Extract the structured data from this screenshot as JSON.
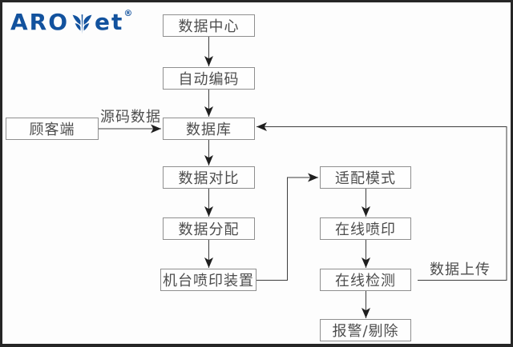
{
  "window": {
    "frame_color": "#262626",
    "background": "#fdfdfd"
  },
  "logo": {
    "text_left": "ARO",
    "text_right": "et",
    "registered_mark": "®",
    "color": "#12529e",
    "icon": "leaf-icon"
  },
  "flowchart": {
    "nodes": [
      {
        "id": "data-center",
        "label": "数据中心"
      },
      {
        "id": "auto-encode",
        "label": "自动编码"
      },
      {
        "id": "customer",
        "label": "顾客端"
      },
      {
        "id": "database",
        "label": "数据库"
      },
      {
        "id": "data-compare",
        "label": "数据对比"
      },
      {
        "id": "data-distribute",
        "label": "数据分配"
      },
      {
        "id": "machine-print",
        "label": "机台喷印装置"
      },
      {
        "id": "adapt-mode",
        "label": "适配模式"
      },
      {
        "id": "online-print",
        "label": "在线喷印"
      },
      {
        "id": "online-detect",
        "label": "在线检测"
      },
      {
        "id": "alarm-reject",
        "label": "报警/剔除"
      }
    ],
    "edge_labels": [
      {
        "id": "source-data",
        "label": "源码数据"
      },
      {
        "id": "data-upload",
        "label": "数据上传"
      }
    ],
    "edges": [
      "数据中心→自动编码",
      "自动编码→数据库",
      "顾客端→数据库(源码数据)",
      "数据库→数据对比",
      "数据对比→数据分配",
      "数据分配→机台喷印装置",
      "机台喷印装置→适配模式",
      "适配模式→在线喷印",
      "在线喷印→在线检测",
      "在线检测→报警/剔除",
      "在线检测→数据库(数据上传)"
    ],
    "colors": {
      "box_border": "#8f8f8f",
      "text": "#4d4d4d",
      "line": "#3d3d3d",
      "arrowhead": "#1f1f1f"
    }
  }
}
